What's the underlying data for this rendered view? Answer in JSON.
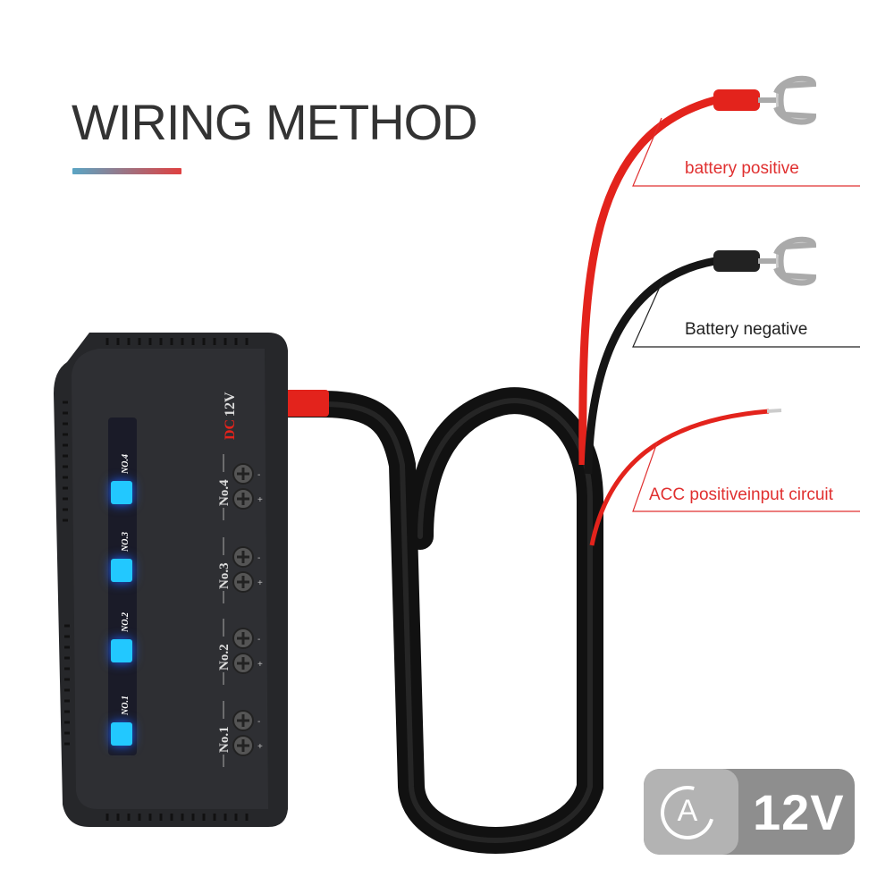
{
  "header": {
    "title": "WIRING METHOD"
  },
  "device": {
    "dc_label": "DC",
    "voltage_label": "12V",
    "indicators": [
      "NO.4",
      "NO.3",
      "NO.2",
      "NO.1"
    ],
    "channels": [
      "No.4",
      "No.3",
      "No.2",
      "No.1"
    ],
    "led_color": "#22c8ff"
  },
  "annotations": {
    "battery_positive": "battery positive",
    "battery_negative": "Battery negative",
    "acc": "ACC positiveinput circuit"
  },
  "badge": {
    "icon_letter": "A",
    "voltage": "12V"
  },
  "colors": {
    "red_wire": "#e3231c",
    "black_wire": "#1a1a1a",
    "annotation_red": "#e03030"
  }
}
